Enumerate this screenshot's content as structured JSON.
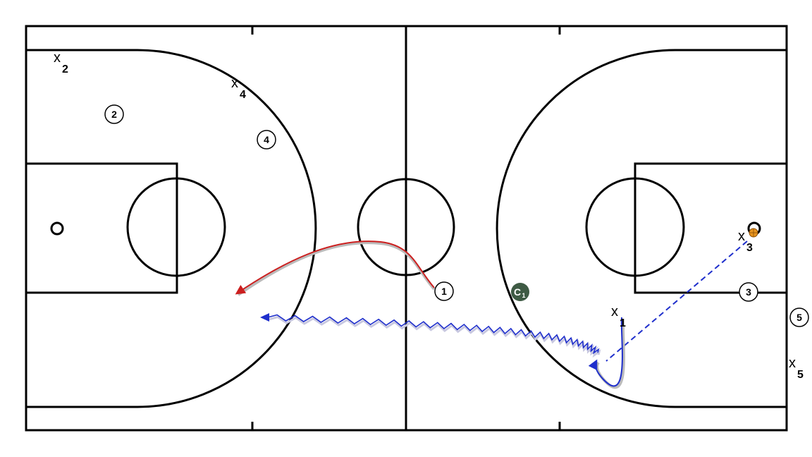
{
  "offense": [
    {
      "label": "1"
    },
    {
      "label": "2"
    },
    {
      "label": "3"
    },
    {
      "label": "4"
    },
    {
      "label": "5"
    }
  ],
  "defense": [
    {
      "label": "x",
      "sub": "1"
    },
    {
      "label": "x",
      "sub": "2"
    },
    {
      "label": "x",
      "sub": "3"
    },
    {
      "label": "x",
      "sub": "4"
    },
    {
      "label": "x",
      "sub": "5"
    }
  ],
  "coach": {
    "label": "C",
    "sub": "1",
    "color": "#3e5a44"
  },
  "colors": {
    "lines": "#000000",
    "cut": "#cc1f1f",
    "dribble": "#1f2fcc",
    "pass": "#1f2fcc",
    "ball": "#e8951e"
  },
  "icons": [
    "basketball-icon",
    "hoop-icon"
  ]
}
